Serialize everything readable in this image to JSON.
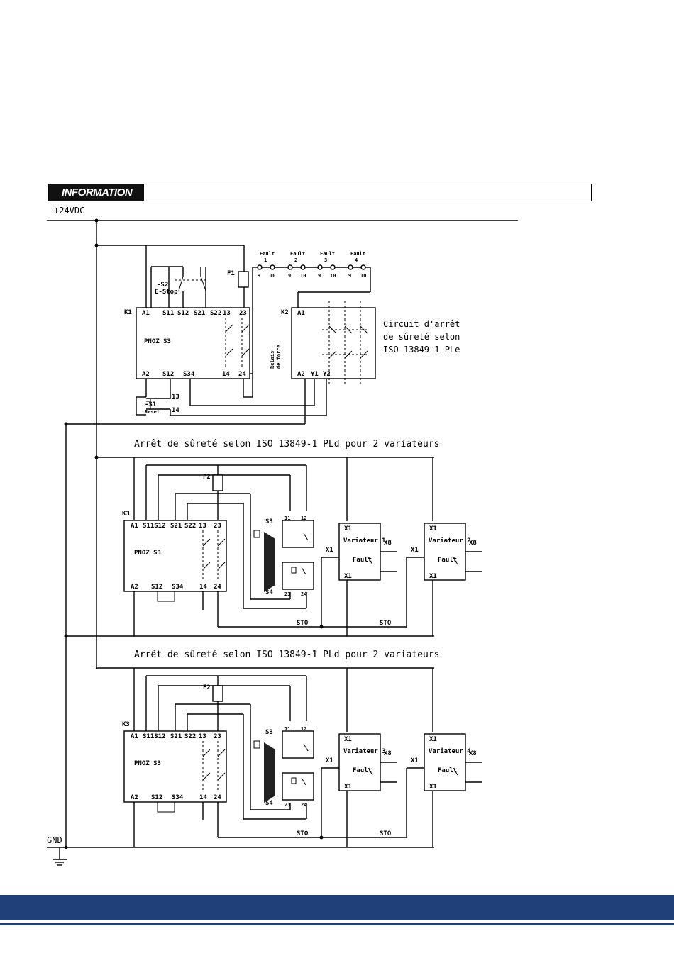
{
  "header": {
    "info_label": "INFORMATION"
  },
  "rails": {
    "supply": "+24VDC",
    "ground": "GND"
  },
  "top_circuit": {
    "relay_k1": {
      "ref": "K1",
      "model": "PNOZ S3",
      "top_terms": [
        "A1",
        "S11",
        "S12",
        "S21",
        "S22",
        "13",
        "23"
      ],
      "bottom_terms": [
        "A2",
        "S12",
        "S34",
        "14",
        "24"
      ]
    },
    "estop": {
      "ref": "-S2",
      "name": "E-Stop"
    },
    "reset": {
      "ref": "-S1",
      "name": "Reset",
      "t13": "13",
      "t14": "14"
    },
    "fuse": "F1",
    "faults": [
      {
        "label": "Fault",
        "num": "1",
        "t1": "9",
        "t2": "10"
      },
      {
        "label": "Fault",
        "num": "2",
        "t1": "9",
        "t2": "10"
      },
      {
        "label": "Fault",
        "num": "3",
        "t1": "9",
        "t2": "10"
      },
      {
        "label": "Fault",
        "num": "4",
        "t1": "9",
        "t2": "10"
      }
    ],
    "relay_k2": {
      "ref": "K2",
      "a1": "A1",
      "a2": "A2",
      "y1": "Y1",
      "y2": "Y2",
      "vertical_label_1": "Relais",
      "vertical_label_2": "de force"
    },
    "note": [
      "Circuit d'arrêt",
      "de sûreté selon",
      "ISO 13849-1 PLe"
    ]
  },
  "drive_sections": [
    {
      "title": "Arrêt de sûreté selon ISO 13849-1 PLd pour 2 variateurs",
      "relay": "K3",
      "model": "PNOZ S3",
      "fuse": "F2",
      "s3": "S3",
      "s4": "S4",
      "sto": "STO",
      "drive_a": "Variateur 1",
      "drive_b": "Variateur 2"
    },
    {
      "title": "Arrêt de sûreté selon ISO 13849-1 PLd pour 2 variateurs",
      "relay": "K3",
      "model": "PNOZ S3",
      "fuse": "F2",
      "s3": "S3",
      "s4": "S4",
      "sto": "STO",
      "drive_a": "Variateur 3",
      "drive_b": "Variateur 4"
    }
  ],
  "common_terms": {
    "k3_top": [
      "A1",
      "S11S12",
      "S21",
      "S22",
      "13",
      "23"
    ],
    "k3_bottom": [
      "A2",
      "S12",
      "S34",
      "14",
      "24"
    ],
    "x1": "X1",
    "x8": "X8",
    "fault": "Fault",
    "pin1": "1",
    "pin2": "2",
    "pin3": "3",
    "pin9": "9",
    "pin10": "10",
    "pin11": "11",
    "pin12": "12",
    "pin23": "23",
    "pin24": "24"
  }
}
